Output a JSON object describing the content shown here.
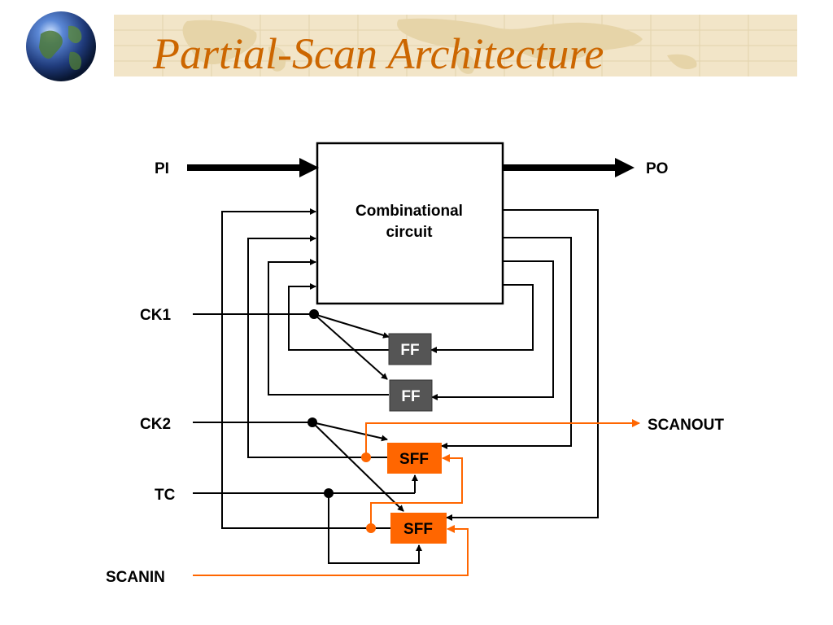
{
  "slide": {
    "title": "Partial-Scan Architecture"
  },
  "diagram": {
    "combinational_line1": "Combinational",
    "combinational_line2": "circuit",
    "labels": {
      "pi": "PI",
      "po": "PO",
      "ck1": "CK1",
      "ck2": "CK2",
      "tc": "TC",
      "scanin": "SCANIN",
      "scanout": "SCANOUT"
    },
    "ff1": "FF",
    "ff2": "FF",
    "sff1": "SFF",
    "sff2": "SFF"
  },
  "colors": {
    "accent": "#cc6600",
    "scan_orange": "#ff6600",
    "ff_gray": "#555555",
    "banner": "#f2e5c8"
  }
}
